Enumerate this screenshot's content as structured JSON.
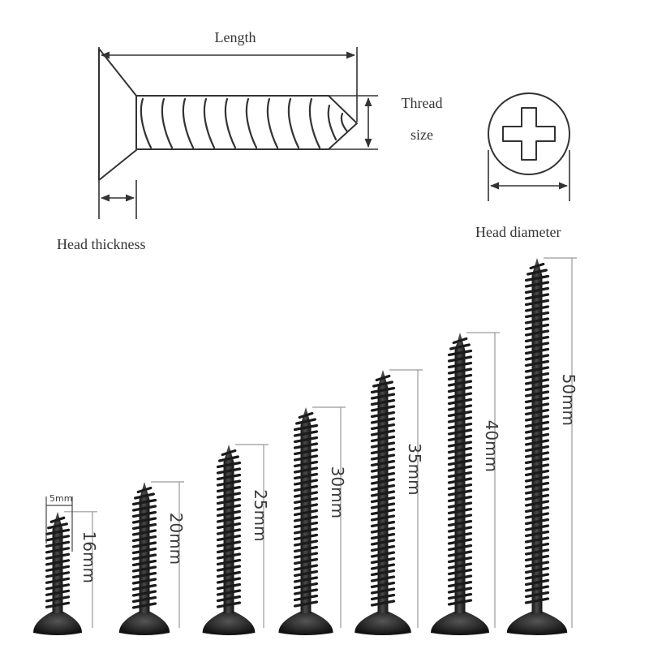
{
  "diagram": {
    "length_label": "Length",
    "thread_label_line1": "Thread",
    "thread_label_line2": "size",
    "head_thickness_label": "Head thickness",
    "head_diameter_label": "Head diameter"
  },
  "screws": [
    {
      "size_label": "16mm",
      "length_mm": 16,
      "width_label": "5mm"
    },
    {
      "size_label": "20mm",
      "length_mm": 20
    },
    {
      "size_label": "25mm",
      "length_mm": 25
    },
    {
      "size_label": "30mm",
      "length_mm": 30
    },
    {
      "size_label": "35mm",
      "length_mm": 35
    },
    {
      "size_label": "40mm",
      "length_mm": 40
    },
    {
      "size_label": "50mm",
      "length_mm": 50
    }
  ],
  "colors": {
    "line": "#333333",
    "screw_dark": "#1b1b1b",
    "screw_mid": "#3c3c3c",
    "screw_light": "#6a6a6a",
    "dim_line": "#9a9a9a"
  }
}
